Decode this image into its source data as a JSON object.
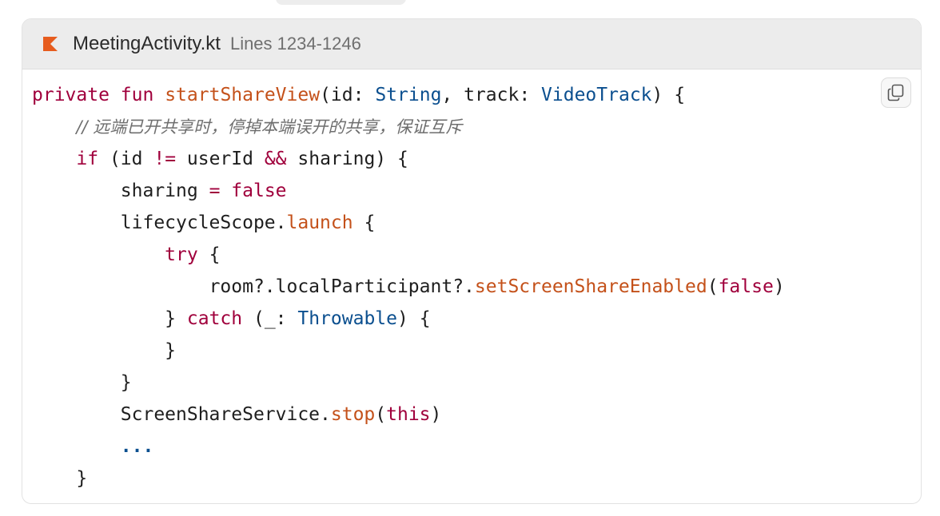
{
  "header": {
    "file_name": "MeetingActivity.kt",
    "line_range": "Lines 1234-1246",
    "file_icon": "kotlin-logo-icon"
  },
  "copy_button": {
    "icon": "copy-icon"
  },
  "colors": {
    "keyword": "#a0003c",
    "function": "#c4511a",
    "type": "#0b4f8f",
    "comment": "#6e6e6e",
    "kotlin_orange": "#e65c1e"
  },
  "code": {
    "l1": {
      "kw_private": "private",
      "kw_fun": "fun",
      "fn_name": "startShareView",
      "p1": "(id: ",
      "type_string": "String",
      "p2": ", track: ",
      "type_videotrack": "VideoTrack",
      "p3": ") {"
    },
    "l2": {
      "comment": "// 远端已开共享时，停掉本端误开的共享，保证互斥"
    },
    "l3": {
      "kw_if": "if",
      "p1": " (id ",
      "op_ne": "!=",
      "p2": " userId ",
      "op_and": "&&",
      "p3": " sharing) {"
    },
    "l4": {
      "p1": "sharing ",
      "op_eq": "=",
      "p2": " ",
      "kw_false": "false"
    },
    "l5": {
      "p1": "lifecycleScope.",
      "fn_launch": "launch",
      "p2": " {"
    },
    "l6": {
      "kw_try": "try",
      "p1": " {"
    },
    "l7": {
      "p1": "room?.localParticipant?.",
      "fn_set": "setScreenShareEnabled",
      "p2": "(",
      "kw_false": "false",
      "p3": ")"
    },
    "l8": {
      "p1": "} ",
      "kw_catch": "catch",
      "p2": " (_: ",
      "type_throwable": "Throwable",
      "p3": ") {"
    },
    "l9": {
      "p1": "}"
    },
    "l10": {
      "p1": "}"
    },
    "l11": {
      "p1": "ScreenShareService.",
      "fn_stop": "stop",
      "p2": "(",
      "kw_this": "this",
      "p3": ")"
    },
    "l12": {
      "dots": "..."
    },
    "l13": {
      "p1": "}"
    }
  }
}
